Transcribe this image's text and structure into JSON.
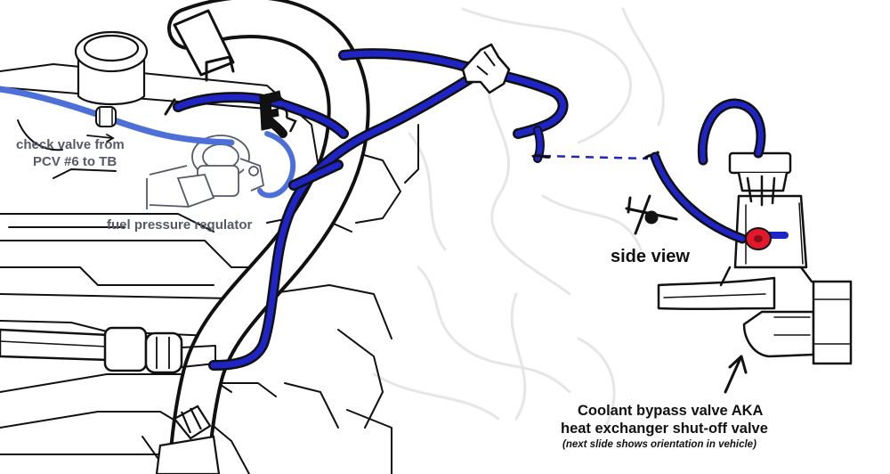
{
  "labels": {
    "check_valve_line1": "check valve from",
    "check_valve_line2": "PCV #6 to TB",
    "fuel_regulator": "fuel pressure regulator",
    "side_view": "side view",
    "coolant_line1": "Coolant bypass valve AKA",
    "coolant_line2": "heat exchanger shut-off valve",
    "coolant_note": "(next slide shows orientation in vehicle)"
  },
  "colors": {
    "hose_blue": "#1f24c4",
    "vacuum_line_light": "#4d6fd8",
    "outline": "#111111",
    "ghost_lines": "#e6e6e6",
    "grommet_red": "#e3182b",
    "label_gray": "#555a66"
  }
}
